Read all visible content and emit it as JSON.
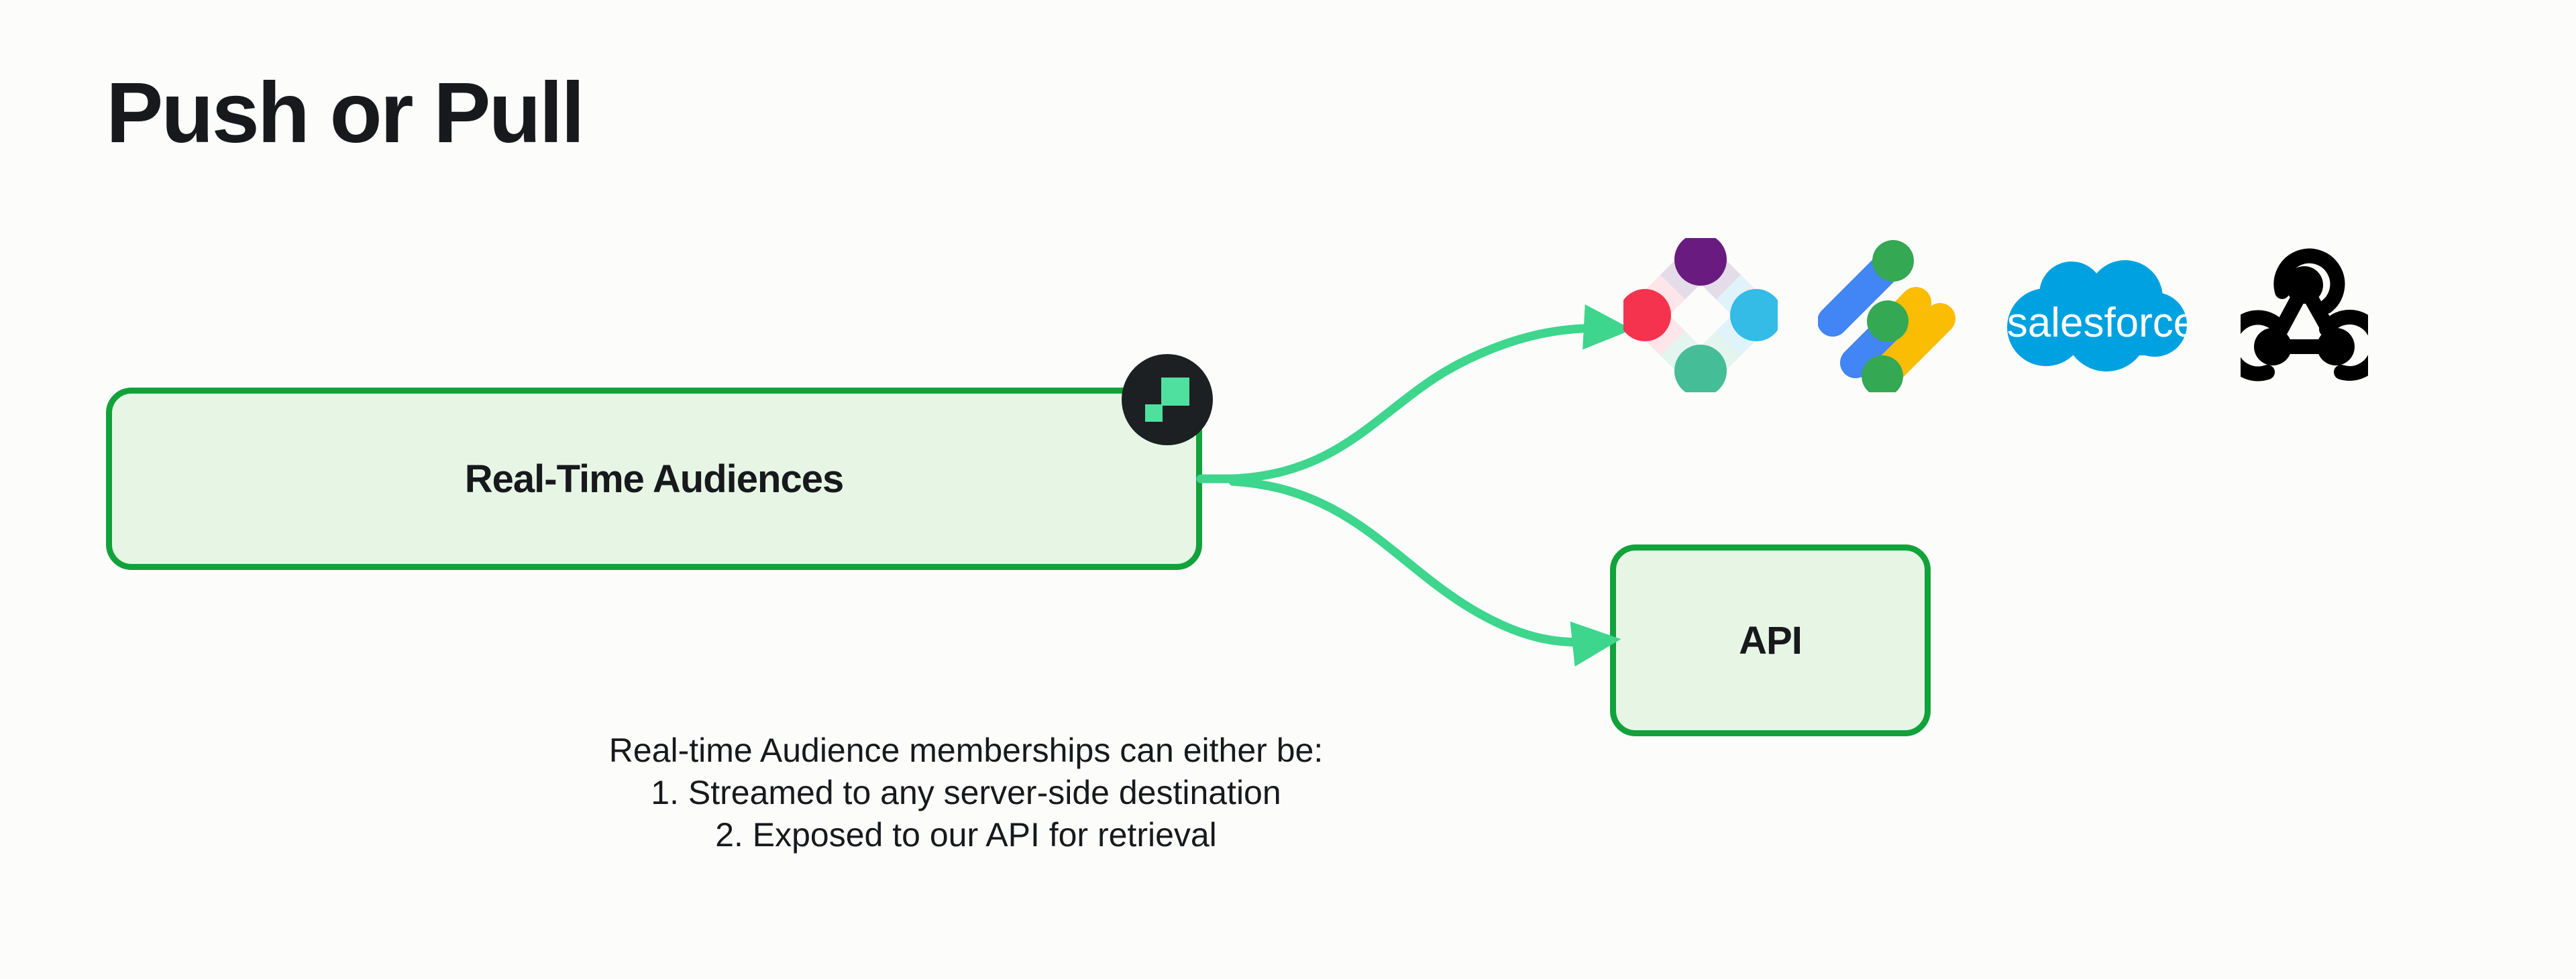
{
  "slide": {
    "title": "Push or Pull",
    "background_color": "#FCFCFB"
  },
  "theme": {
    "node_border": "#12A23B",
    "node_fill": "#E7F6E4",
    "arrow": "#3DD68C",
    "badge_bg": "#1C2022",
    "badge_mark": "#4FE0A0",
    "text": "#17191C"
  },
  "diagram": {
    "source_node": {
      "label": "Real-Time Audiences",
      "badge_icon": "amplitude-logo-icon"
    },
    "api_node": {
      "label": "API"
    },
    "connectors": [
      {
        "name": "to-destinations",
        "from": "source_node",
        "to": "destinations"
      },
      {
        "name": "to-api",
        "from": "source_node",
        "to": "api_node"
      }
    ],
    "destinations": [
      {
        "name": "braze",
        "icon": "braze-logo-icon",
        "label": "Braze"
      },
      {
        "name": "google-ads",
        "icon": "google-ads-logo-icon",
        "label": "Google Ads"
      },
      {
        "name": "salesforce",
        "icon": "salesforce-logo-icon",
        "label": "salesforce"
      },
      {
        "name": "webhooks",
        "icon": "webhook-logo-icon",
        "label": "Webhooks"
      }
    ]
  },
  "caption": {
    "intro": "Real-time Audience memberships can either be:",
    "items": [
      "1. Streamed to any server-side destination",
      "2. Exposed to our API for retrieval"
    ]
  },
  "logos": {
    "braze": {
      "circle_colors": {
        "top": "#6A1B7F",
        "left": "#F5334F",
        "right": "#34BBE6",
        "bottom": "#45BD97"
      },
      "quad_colors": {
        "top_left": "#E5DCEA",
        "top_right": "#E0F2FA",
        "bottom_left": "#FDE5E9",
        "bottom_right": "#E4F4EE"
      }
    },
    "google_ads": {
      "blue": "#4285F4",
      "yellow": "#FBBC04",
      "green": "#34A853"
    },
    "salesforce": {
      "cloud": "#00A1E0",
      "wordmark": "salesforce",
      "wordmark_color": "#FFFFFF"
    },
    "webhook": {
      "color": "#000000"
    }
  }
}
